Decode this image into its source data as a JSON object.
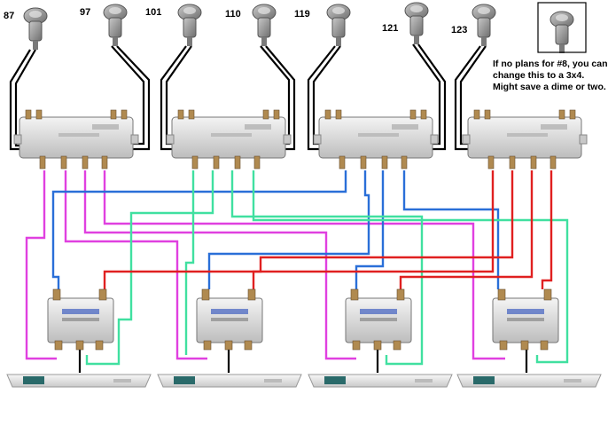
{
  "dishes": [
    {
      "label": "87"
    },
    {
      "label": "97"
    },
    {
      "label": "101"
    },
    {
      "label": "110"
    },
    {
      "label": "119"
    },
    {
      "label": "121"
    },
    {
      "label": "123"
    }
  ],
  "note": {
    "lines": [
      "If no plans for #8, you can",
      "change this to a 3x4.",
      "Might save a dime or two."
    ]
  },
  "colors": {
    "magenta": "#e040e0",
    "blue": "#2a6fd8",
    "green": "#40e0a0",
    "red": "#e02020",
    "black": "#000000",
    "device": "#d9d9d9"
  }
}
